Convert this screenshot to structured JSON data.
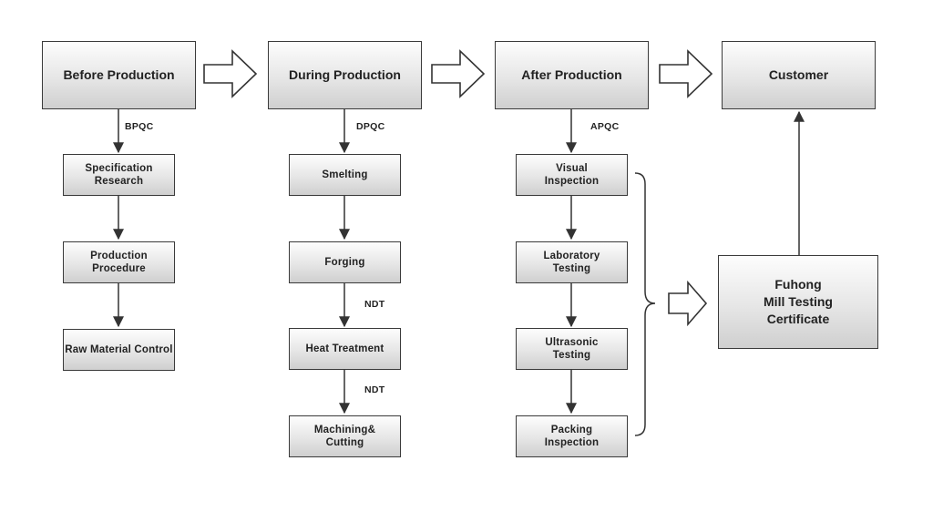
{
  "stages": [
    {
      "title": "Before Production",
      "qc_label": "BPQC",
      "steps": [
        "Specification Research",
        "Production Procedure",
        "Raw Material Control"
      ]
    },
    {
      "title": "During Production",
      "qc_label": "DPQC",
      "steps": [
        "Smelting",
        "Forging",
        "Heat Treatment",
        "Machining& Cutting"
      ],
      "between_labels": [
        "NDT",
        "NDT"
      ]
    },
    {
      "title": "After Production",
      "qc_label": "APQC",
      "steps": [
        "Visual Inspection",
        "Laboratory Testing",
        "Ultrasonic Testing",
        "Packing Inspection"
      ]
    },
    {
      "title": "Customer"
    }
  ],
  "certificate": {
    "line1": "Fuhong",
    "line2": "Mill Testing",
    "line3": "Certificate"
  },
  "colors": {
    "border": "#3a3a3a",
    "box_top": "#fdfdfd",
    "box_bottom": "#cfcfcf",
    "arrow": "#333333"
  }
}
